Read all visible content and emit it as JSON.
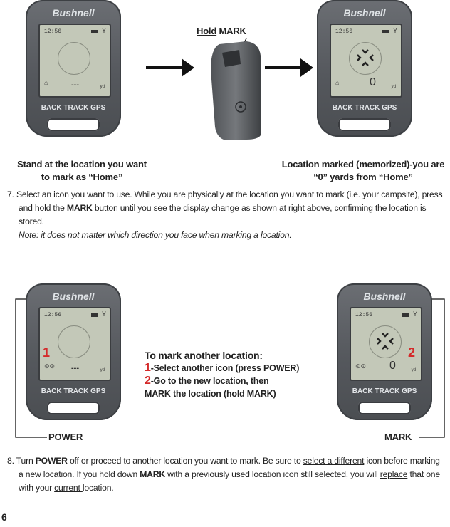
{
  "device": {
    "brand": "Bushnell",
    "logo": "BACK TRACK GPS",
    "time": "12:56",
    "dash": "---",
    "zero": "0",
    "unit": "yd"
  },
  "top": {
    "hold_prefix": "Hold",
    "hold_suffix": " MARK",
    "caption_left_1": "Stand at the location you want",
    "caption_left_2": "to mark as “Home”",
    "caption_right_1": "Location marked (memorized)-you are",
    "caption_right_2": "“0” yards from “Home”"
  },
  "step7": {
    "a": "7. Select an icon you want to use. While you are physically at the location you want to mark (i.e. your campsite), press",
    "b1": "and hold the ",
    "b2": "MARK",
    "b3": " button until you see the display change as shown at right above, confirming the location is stored.",
    "c": "Note: it does not matter which direction you face when marking a location."
  },
  "middle": {
    "title": "To mark another location:",
    "n1": "1",
    "line1": "-Select another icon (press POWER)",
    "n2": "2",
    "line2": "-Go to the new location, then",
    "line3": "MARK the location (hold MARK)",
    "label_power": "POWER",
    "label_mark": "MARK",
    "screen_num_1": "1",
    "screen_num_2": "2"
  },
  "step8": {
    "a1": "8. Turn ",
    "a2": "POWER",
    "a3": " off or proceed to another location you want to mark. Be sure to ",
    "a4": "select a different",
    "a5": " icon before marking",
    "b1": "a new location. If you hold down ",
    "b2": "MARK",
    "b3": " with a previously used location icon still selected, you will ",
    "b4": "replace",
    "b5": " that one",
    "c1": "with your ",
    "c2": "current ",
    "c3": "location."
  },
  "page_number": "6",
  "colors": {
    "accent_red": "#d42a2a",
    "device_gray": "#5b5e63",
    "screen": "#c3c8b8"
  }
}
